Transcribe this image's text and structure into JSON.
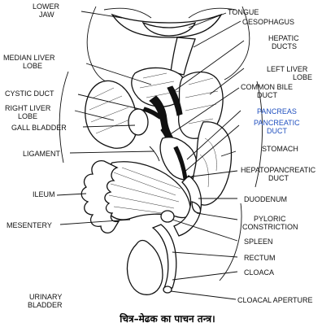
{
  "labels": {
    "lower_jaw": [
      "LOWER",
      "JAW"
    ],
    "tongue": "TONGUE",
    "oesophagus": "OESOPHAGUS",
    "hepatic_ducts": [
      "HEPATIC",
      "DUCTS"
    ],
    "median_liver_lobe": [
      "MEDIAN LIVER",
      "LOBE"
    ],
    "left_liver_lobe": [
      "LEFT LIVER",
      "LOBE"
    ],
    "cystic_duct": "CYSTIC DUCT",
    "common_bile_duct": [
      "COMMON BILE",
      "DUCT"
    ],
    "right_liver_lobe": [
      "RIGHT LIVER",
      "LOBE"
    ],
    "pancreas": "PANCREAS",
    "gall_bladder": "GALL BLADDER",
    "pancreatic_duct": [
      "PANCREATIC",
      "DUCT"
    ],
    "ligament": "LIGAMENT",
    "stomach": "STOMACH",
    "hepatopancreatic_duct": [
      "HEPATOPANCREATIC",
      "DUCT"
    ],
    "ileum": "ILEUM",
    "duodenum": "DUODENUM",
    "mesentery": "MESENTERY",
    "pyloric_constriction": [
      "PYLORIC",
      "CONSTRICTION"
    ],
    "spleen": "SPLEEN",
    "rectum": "RECTUM",
    "cloaca": "CLOACA",
    "urinary_bladder": [
      "URINARY",
      "BLADDER"
    ],
    "cloacal_aperture": "CLOACAL APERTURE"
  },
  "caption": "चित्र–मेढक का पाचन तन्त्र।",
  "colors": {
    "ink": "#111111",
    "highlight_label": "#1f4fbf",
    "paper": "#ffffff"
  }
}
